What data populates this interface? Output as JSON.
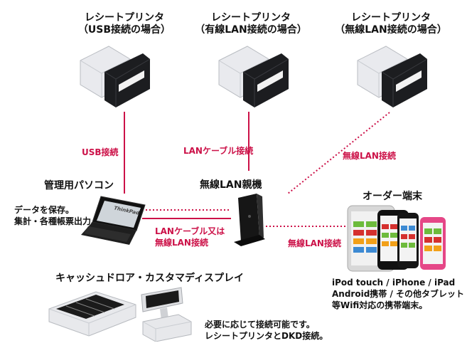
{
  "printers": [
    {
      "title": "レシートプリンタ",
      "subtitle": "（USB接続の場合）"
    },
    {
      "title": "レシートプリンタ",
      "subtitle": "（有線LAN接続の場合）"
    },
    {
      "title": "レシートプリンタ",
      "subtitle": "（無線LAN接続の場合）"
    }
  ],
  "connections": {
    "usb": "USB接続",
    "lan_cable": "LANケーブル接続",
    "wireless_printer": "無線LAN接続",
    "pc_router_line1": "LANケーブル又は",
    "pc_router_line2": "無線LAN接続",
    "wireless_terminal": "無線LAN接続"
  },
  "pc": {
    "title": "管理用パソコン",
    "desc_line1": "データを保存。",
    "desc_line2": "集計・各種帳票出力。",
    "brand": "ThinkPad"
  },
  "router": {
    "title": "無線LAN親機"
  },
  "terminal": {
    "title": "オーダー端末",
    "desc_line1": "iPod touch / iPhone / iPad",
    "desc_line2": "Android携帯 / その他タブレット",
    "desc_line3": "等Wifi対応の携帯端末。"
  },
  "drawer": {
    "title": "キャッシュドロア・カスタマディスプレイ",
    "desc_line1": "必要に応じて接続可能です。",
    "desc_line2": "レシートプリンタとDKD接続。"
  },
  "colors": {
    "accent": "#cc1148"
  }
}
